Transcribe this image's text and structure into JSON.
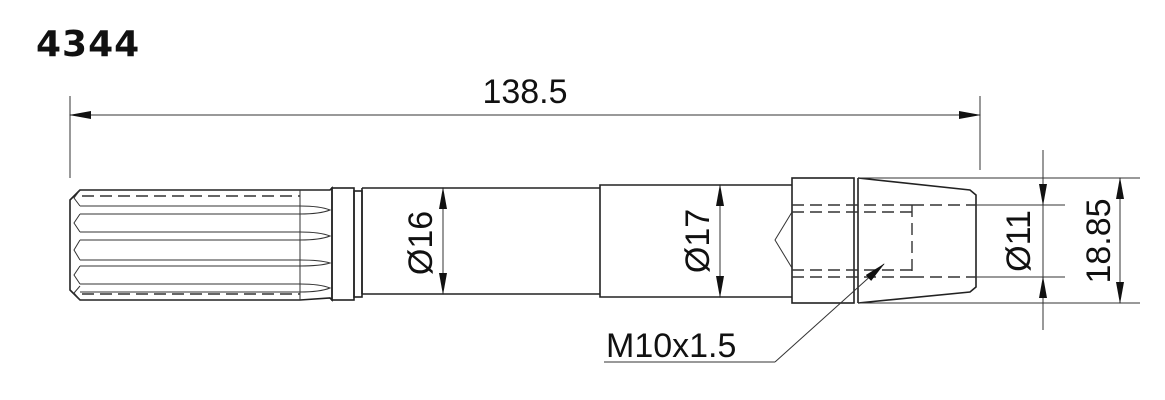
{
  "title": "4344",
  "dimensions": {
    "overall_length": "138.5",
    "dia_spline_shaft": "Ø16",
    "dia_mid": "Ø17",
    "dia_end_bore": "Ø11",
    "dia_end": "18.85",
    "thread": "M10x1.5"
  },
  "colors": {
    "line": "#222222",
    "background": "#ffffff"
  }
}
